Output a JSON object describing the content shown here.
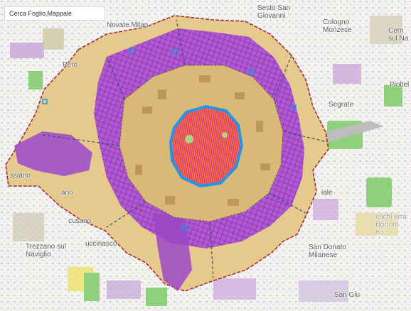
{
  "search": {
    "placeholder": "Cerca Foglio,Mappale"
  },
  "places": {
    "sesto_san_giovanni": "Sesto San Giovanni",
    "cologno_monzese": "Cologno Monzese",
    "cernusco": "Cern sul Na",
    "novate_milanese": "Novate Milan",
    "pero": "Pero",
    "pioltello": "Pioltel",
    "segrate": "Segrate",
    "assiano": "ssiano",
    "cusano": "cusano",
    "bareggio": "ano",
    "trezzano_sul_naviglio": "Trezzano sul Naviglio",
    "buccinasco": "uccinasco",
    "san_donato_milanese": "San Donato Milanese",
    "peschiera_borromeo": "eschi erra Borrom eo",
    "italie": "iale",
    "san_giuliano": "San Giu"
  },
  "colors": {
    "background": "#f2f2ef",
    "outer_zone": "#e6c98c",
    "city_boundary": "#a02c3c",
    "inner_zone": "#d9b878",
    "purple_fabric": "#8a2bb8",
    "historic_ring": "#2196e8",
    "center_pink": "#e0397a",
    "center_orange": "#f08c2a",
    "green_area": "#8fd07a",
    "dashed_boundary": "#3a4e66"
  },
  "icons": {
    "search": "search-icon"
  }
}
